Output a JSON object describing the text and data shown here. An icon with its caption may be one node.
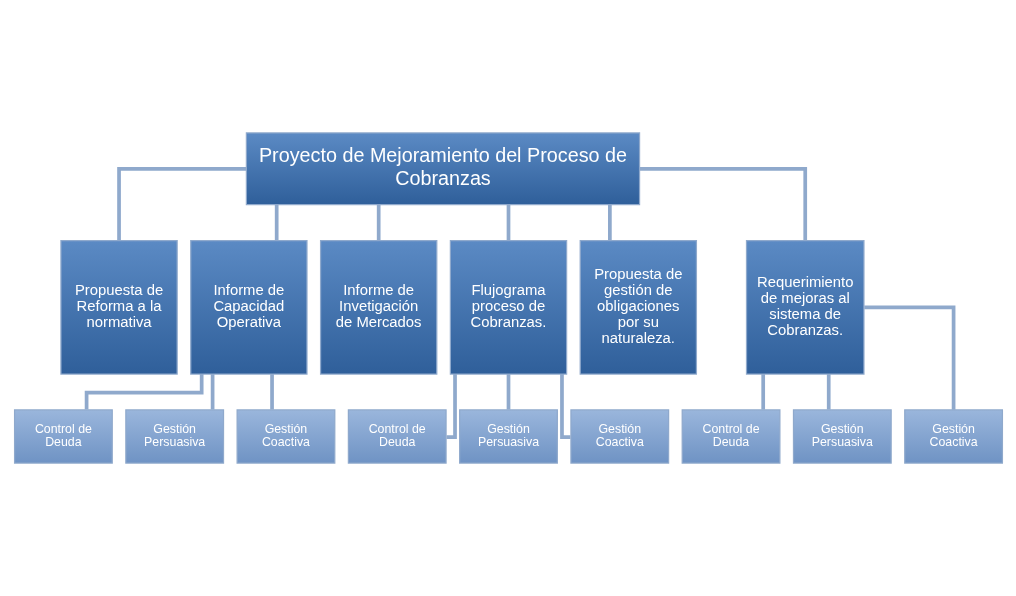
{
  "diagram": {
    "nodes": [
      {
        "text": [
          "Proyecto de Mejoramiento del Proceso de Cobranzas"
        ]
      },
      {
        "text": [
          "Propuesta de Reforma a la normativa"
        ]
      },
      {
        "text": [
          "Informe de Capacidad Operativa"
        ]
      },
      {
        "text": [
          "Informe de Invetigación de Mercados"
        ]
      },
      {
        "text": [
          "Flujograma proceso de Cobranzas."
        ]
      },
      {
        "text": [
          "Propuesta de gestión de obligaciones por su naturaleza."
        ]
      },
      {
        "text": [
          "Requerimiento de mejoras al sistema de Cobranzas."
        ]
      },
      {
        "text": [
          "Control de Deuda"
        ]
      },
      {
        "text": [
          "Gestión Persuasiva"
        ]
      },
      {
        "text": [
          "Gestión Coactiva"
        ]
      },
      {
        "text": [
          "Control de Deuda"
        ]
      },
      {
        "text": [
          "Gestión Persuasiva"
        ]
      },
      {
        "text": [
          "Gestión Coactiva"
        ]
      },
      {
        "text": [
          "Control de Deuda"
        ]
      },
      {
        "text": [
          "Gestión Persuasiva"
        ]
      },
      {
        "text": [
          "Gestión Coactiva"
        ]
      }
    ],
    "edges": [
      {
        "from": 0,
        "to": 1,
        "arrow": "none"
      },
      {
        "from": 0,
        "to": 2,
        "arrow": "none"
      },
      {
        "from": 0,
        "to": 3,
        "arrow": "none"
      },
      {
        "from": 0,
        "to": 4,
        "arrow": "none"
      },
      {
        "from": 0,
        "to": 5,
        "arrow": "none"
      },
      {
        "from": 0,
        "to": 6,
        "arrow": "none"
      },
      {
        "from": 2,
        "to": 7,
        "arrow": "none"
      },
      {
        "from": 2,
        "to": 8,
        "arrow": "none"
      },
      {
        "from": 2,
        "to": 9,
        "arrow": "none"
      },
      {
        "from": 4,
        "to": 10,
        "arrow": "none"
      },
      {
        "from": 4,
        "to": 11,
        "arrow": "none"
      },
      {
        "from": 4,
        "to": 12,
        "arrow": "none"
      },
      {
        "from": 6,
        "to": 13,
        "arrow": "none"
      },
      {
        "from": 6,
        "to": 14,
        "arrow": "none"
      },
      {
        "from": 6,
        "to": 15,
        "arrow": "none"
      }
    ]
  }
}
